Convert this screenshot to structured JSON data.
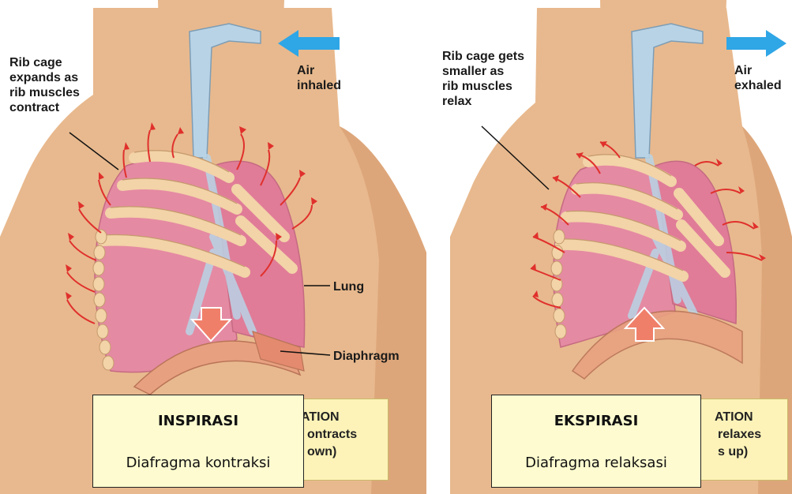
{
  "inspiration": {
    "rib_label": "Rib cage\nexpands as\nrib muscles\ncontract",
    "air_label": "Air\ninhaled",
    "lung_label": "Lung",
    "diaphragm_label": "Diaphragm",
    "original_box": [
      "ATION",
      "ontracts",
      "own)"
    ],
    "overlay_title": "INSPIRASI",
    "overlay_subtitle": "Diafragma kontraksi"
  },
  "expiration": {
    "rib_label": "Rib cage gets\nsmaller as\nrib muscles\nrelax",
    "air_label": "Air\nexhaled",
    "original_box": [
      "ATION",
      "relaxes",
      "s up)"
    ],
    "overlay_title": "EKSPIRASI",
    "overlay_subtitle": "Diafragma relaksasi"
  },
  "colors": {
    "skin": "#e8b98e",
    "skin_shadow": "#d59a6c",
    "lung": "#e58aa3",
    "rib": "#f3d3a8",
    "arrow_red": "#e0302c",
    "air_arrow": "#2fa6e6",
    "airway": "#b9d3e6"
  }
}
